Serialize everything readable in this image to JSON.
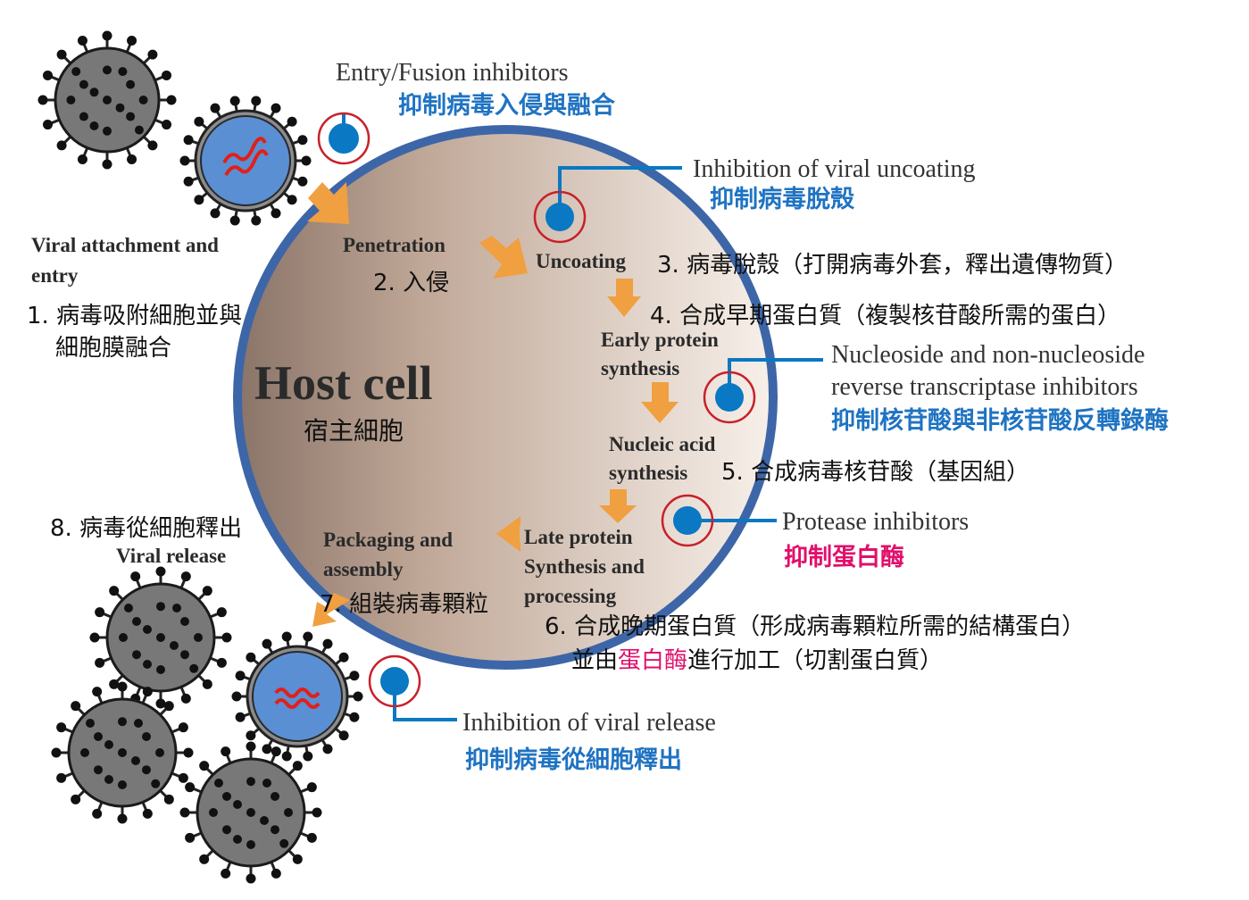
{
  "host_cell": {
    "title": "Host cell",
    "subtitle": "宿主細胞"
  },
  "steps": {
    "attachment_en_1": "Viral attachment and",
    "attachment_en_2": "entry",
    "attachment_zh_1": "1. 病毒吸附細胞並與",
    "attachment_zh_2": "細胞膜融合",
    "penetration_en": "Penetration",
    "penetration_zh": "2. 入侵",
    "uncoating_en": "Uncoating",
    "uncoating_zh": "3. 病毒脫殼（打開病毒外套，釋出遺傳物質）",
    "early_zh": "4. 合成早期蛋白質（複製核苷酸所需的蛋白）",
    "early_en_1": "Early protein",
    "early_en_2": "synthesis",
    "nucleic_en_1": "Nucleic acid",
    "nucleic_en_2": "synthesis",
    "nucleic_zh": "5. 合成病毒核苷酸（基因組）",
    "late_en_1": "Late protein",
    "late_en_2": "Synthesis and",
    "late_en_3": "processing",
    "late_zh_1": "6. 合成晚期蛋白質（形成病毒顆粒所需的結構蛋白）",
    "late_zh_2_pre": "並由",
    "late_zh_2_highlight": "蛋白酶",
    "late_zh_2_post": "進行加工（切割蛋白質）",
    "packaging_en_1": "Packaging and",
    "packaging_en_2": "assembly",
    "packaging_zh": "7. 組裝病毒顆粒",
    "release_zh": "8. 病毒從細胞釋出",
    "release_en": "Viral release"
  },
  "inhibitors": {
    "entry_en": "Entry/Fusion inhibitors",
    "entry_zh": "抑制病毒入侵與融合",
    "uncoating_en": "Inhibition of viral uncoating",
    "uncoating_zh": "抑制病毒脫殼",
    "rt_en_1": "Nucleoside and non-nucleoside",
    "rt_en_2": "reverse transcriptase inhibitors",
    "rt_zh": "抑制核苷酸與非核苷酸反轉錄酶",
    "protease_en": "Protease inhibitors",
    "protease_zh": "抑制蛋白酶",
    "release_en": "Inhibition of viral release",
    "release_zh": "抑制病毒從細胞釋出"
  },
  "colors": {
    "cell_border": "#3d66a8",
    "arrow": "#f0a040",
    "inhibitor_dot": "#0a78c2",
    "inhibitor_ring": "#c8202a",
    "blue_text": "#1f73c2",
    "pink_text": "#e0106b",
    "virus_body": "#787878",
    "virus_core": "#5a8fd4"
  },
  "icons": [
    "virus-icon",
    "arrow-icon",
    "inhibitor-marker-icon",
    "rna-strand-icon"
  ]
}
